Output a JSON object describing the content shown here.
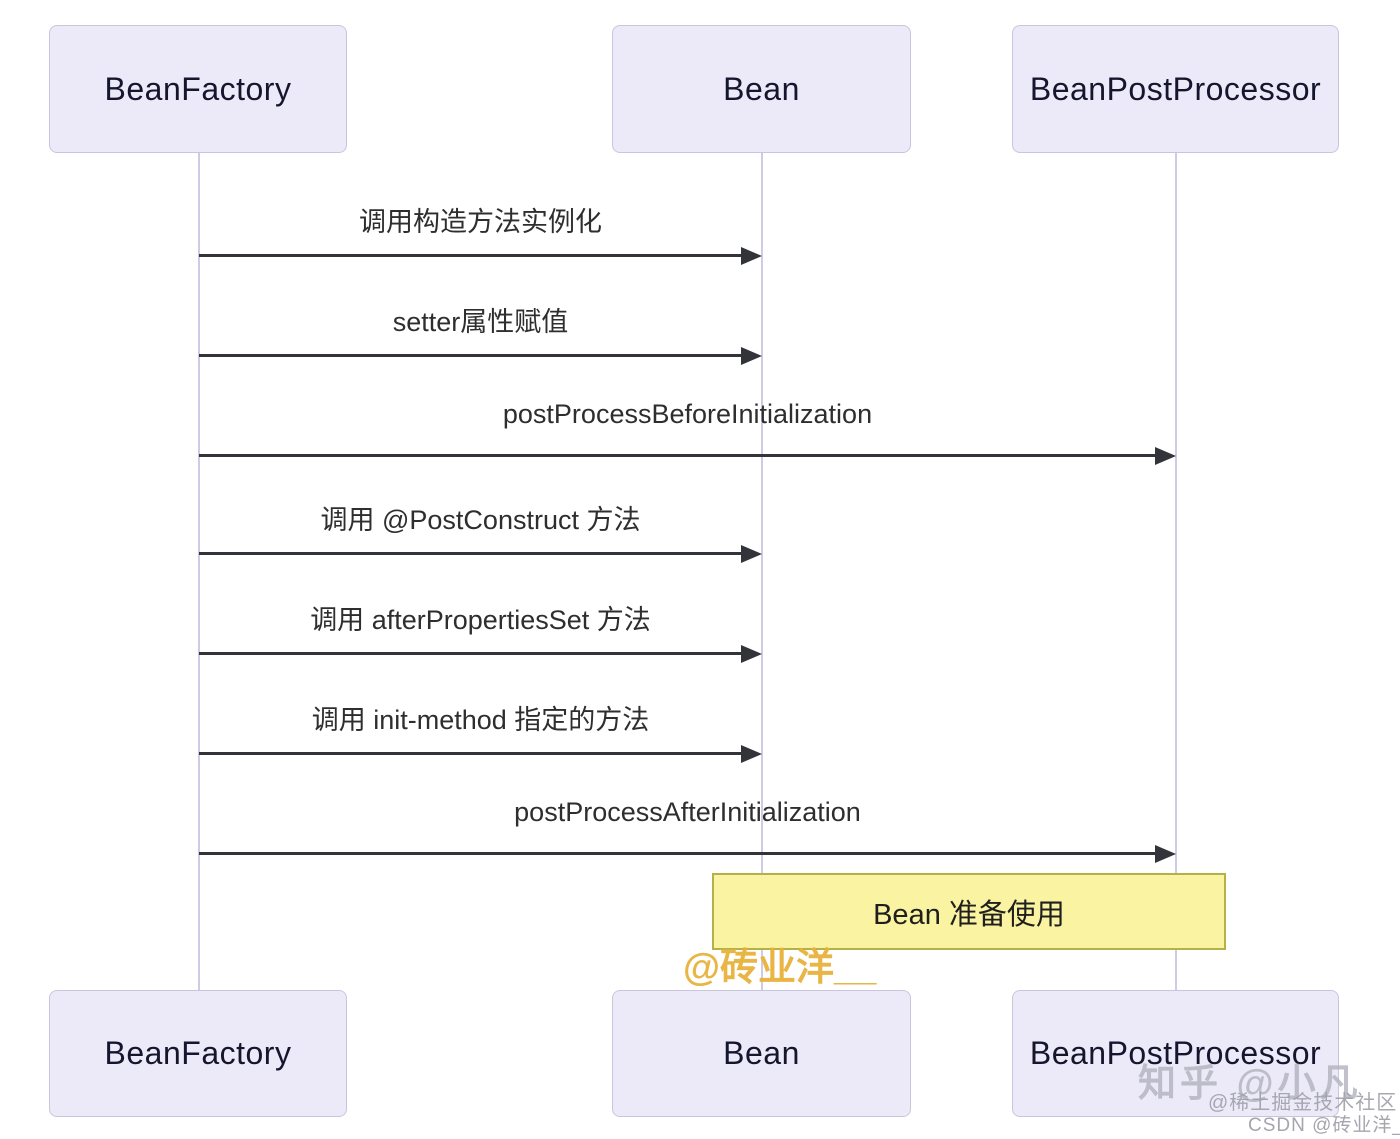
{
  "diagram": {
    "type": "sequence",
    "participants": [
      {
        "name": "BeanFactory"
      },
      {
        "name": "Bean"
      },
      {
        "name": "BeanPostProcessor"
      }
    ],
    "messages": [
      {
        "label": "调用构造方法实例化",
        "from": "BeanFactory",
        "to": "Bean"
      },
      {
        "label": "setter属性赋值",
        "from": "BeanFactory",
        "to": "Bean"
      },
      {
        "label": "postProcessBeforeInitialization",
        "from": "BeanFactory",
        "to": "BeanPostProcessor"
      },
      {
        "label": "调用 @PostConstruct 方法",
        "from": "BeanFactory",
        "to": "Bean"
      },
      {
        "label": "调用 afterPropertiesSet 方法",
        "from": "BeanFactory",
        "to": "Bean"
      },
      {
        "label": "调用 init-method 指定的方法",
        "from": "BeanFactory",
        "to": "Bean"
      },
      {
        "label": "postProcessAfterInitialization",
        "from": "BeanFactory",
        "to": "BeanPostProcessor"
      }
    ],
    "note": {
      "label": "Bean 准备使用",
      "over": "Bean, BeanPostProcessor"
    },
    "colors": {
      "actor_fill": "#eceaf8",
      "actor_border": "#c9c6dc",
      "lifeline": "#cfcbe4",
      "arrow": "#33333a",
      "note_fill": "#faf3a1",
      "note_border": "#b5b149",
      "watermark_gold": "#e8b23c"
    }
  },
  "watermarks": {
    "author": "@砖业洋__",
    "zhihu": "知乎 @小凡",
    "juejin": "@稀土掘金技术社区",
    "csdn": "CSDN @砖业洋__"
  }
}
